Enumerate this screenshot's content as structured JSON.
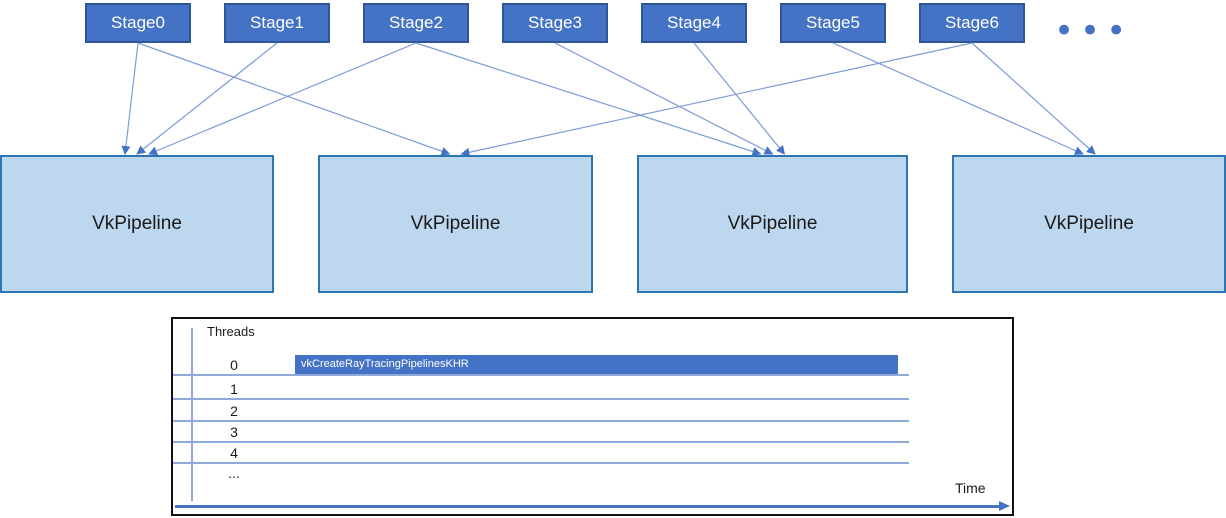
{
  "colors": {
    "stage_fill": "#4472C4",
    "stage_border": "#2F5597",
    "pipeline_fill": "#BDD7EE",
    "pipeline_border": "#2E75B6",
    "connector_line": "#7C9CD9",
    "arrowhead_fill": "#4472C4",
    "axis_line": "#8EAADB",
    "bar_fill": "#4472C4",
    "panel_border": "#111111"
  },
  "stages": {
    "items": [
      {
        "label": "Stage0"
      },
      {
        "label": "Stage1"
      },
      {
        "label": "Stage2"
      },
      {
        "label": "Stage3"
      },
      {
        "label": "Stage4"
      },
      {
        "label": "Stage5"
      },
      {
        "label": "Stage6"
      }
    ],
    "ellipsis": "•••"
  },
  "pipelines": {
    "items": [
      {
        "label": "VkPipeline"
      },
      {
        "label": "VkPipeline"
      },
      {
        "label": "VkPipeline"
      },
      {
        "label": "VkPipeline"
      }
    ]
  },
  "edges": [
    {
      "from_stage": 0,
      "to_pipeline": 0
    },
    {
      "from_stage": 1,
      "to_pipeline": 0
    },
    {
      "from_stage": 2,
      "to_pipeline": 0
    },
    {
      "from_stage": 0,
      "to_pipeline": 1
    },
    {
      "from_stage": 6,
      "to_pipeline": 1
    },
    {
      "from_stage": 2,
      "to_pipeline": 2
    },
    {
      "from_stage": 3,
      "to_pipeline": 2
    },
    {
      "from_stage": 4,
      "to_pipeline": 2
    },
    {
      "from_stage": 5,
      "to_pipeline": 3
    },
    {
      "from_stage": 6,
      "to_pipeline": 3
    }
  ],
  "timeline": {
    "threads_label": "Threads",
    "thread_rows": [
      "0",
      "1",
      "2",
      "3",
      "4",
      "..."
    ],
    "bar": {
      "thread": "0",
      "label": "vkCreateRayTracingPipelinesKHR"
    },
    "time_label": "Time"
  }
}
